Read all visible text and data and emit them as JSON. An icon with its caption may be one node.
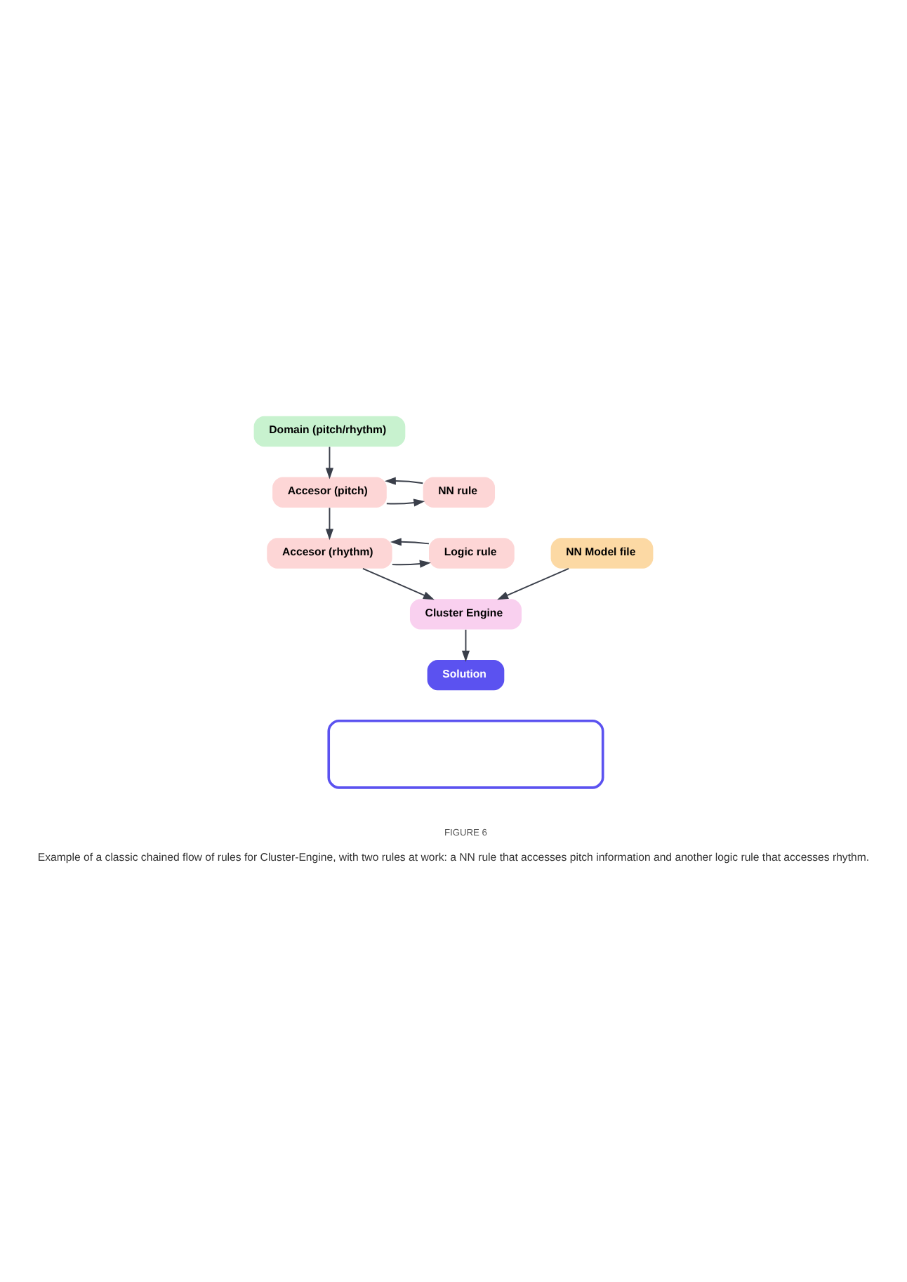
{
  "diagram": {
    "caption": "Example of a classic chained flow of rules for Cluster-Engine, with two rules at work: a NN rule that accesses pitch information and another logic rule that accesses rhythm.",
    "nodes": [
      {
        "text": [
          "Domain (pitch/rhythm)"
        ]
      },
      {
        "text": [
          "Accesor (pitch)"
        ]
      },
      {
        "text": [
          "NN rule"
        ]
      },
      {
        "text": [
          "Accesor (rhythm)"
        ]
      },
      {
        "text": [
          "Logic rule"
        ]
      },
      {
        "text": [
          "NN Model file"
        ]
      },
      {
        "text": [
          "Cluster Engine"
        ]
      },
      {
        "text": [
          "Solution"
        ]
      },
      {
        "text": [],
        "shape": "box"
      }
    ],
    "edges": [
      {
        "from": 0,
        "to": 1,
        "arrow": "to"
      },
      {
        "from": 1,
        "to": 2,
        "arrow": "to"
      },
      {
        "from": 2,
        "to": 1,
        "arrow": "to"
      },
      {
        "from": 1,
        "to": 3,
        "arrow": "to"
      },
      {
        "from": 3,
        "to": 4,
        "arrow": "to"
      },
      {
        "from": 4,
        "to": 3,
        "arrow": "to"
      },
      {
        "from": 3,
        "to": 6,
        "arrow": "to"
      },
      {
        "from": 5,
        "to": 6,
        "arrow": "to"
      },
      {
        "from": 6,
        "to": 7,
        "arrow": "to"
      }
    ],
    "labels": [
      "FIGURE 6"
    ]
  }
}
